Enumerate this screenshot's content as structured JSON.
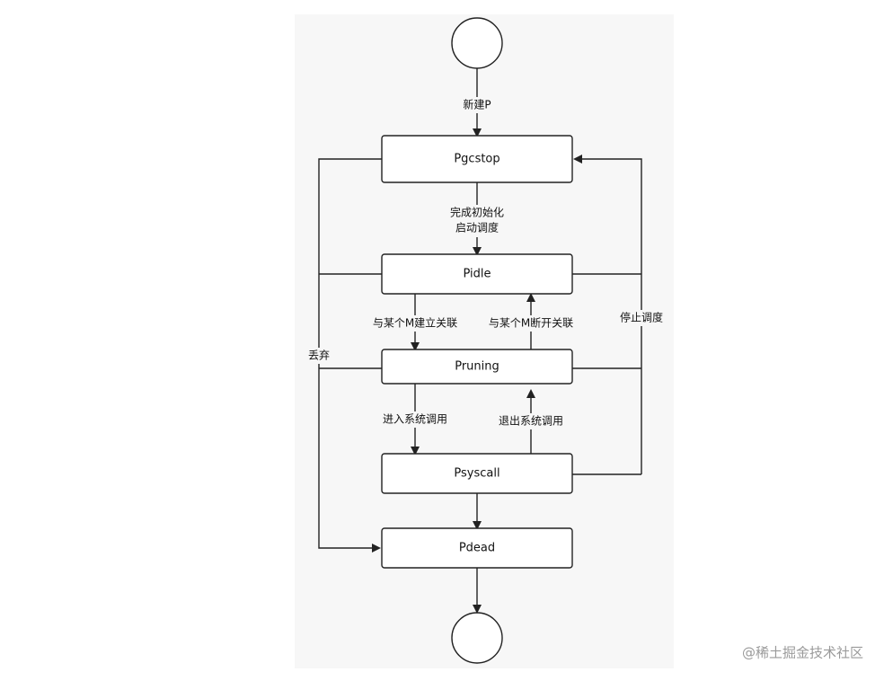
{
  "states": {
    "pgcstop": "Pgcstop",
    "pidle": "Pidle",
    "pruning": "Pruning",
    "psyscall": "Psyscall",
    "pdead": "Pdead"
  },
  "edges": {
    "new_p": "新建P",
    "init_line1": "完成初始化",
    "init_line2": "启动调度",
    "bind_m": "与某个M建立关联",
    "unbind_m": "与某个M断开关联",
    "stop_sched": "停止调度",
    "discard": "丢弃",
    "enter_syscall": "进入系统调用",
    "exit_syscall": "退出系统调用"
  },
  "watermark": "@稀土掘金技术社区"
}
